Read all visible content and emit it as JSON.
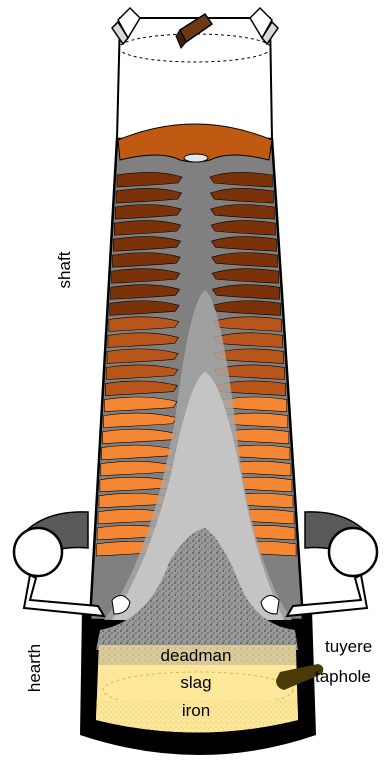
{
  "labels": {
    "shaft": "shaft",
    "hearth": "hearth",
    "tuyere": "tuyere",
    "taphole": "taphole",
    "deadman": "deadman",
    "slag": "slag",
    "iron": "iron"
  },
  "colors": {
    "background": "#ffffff",
    "outline": "#000000",
    "shell": "#ffffff",
    "gas": "#808080",
    "cohesive_zone": "#a6a6a6",
    "cohesive_core": "#bfbfbf",
    "ore_dark": "#7b3208",
    "ore_mid": "#b8551a",
    "ore_hot": "#f58634",
    "ore_top": "#c05a12",
    "coke_bed": "#9a9a9a",
    "hearth_liquid": "#fde79a",
    "hearth_wall": "#000000",
    "taphole_stream": "#4a3a0a",
    "tuyere_ring": "#595959",
    "charging_chute": "#6b3a12"
  },
  "icons": {
    "top_left": "top-left-uptake-icon",
    "top_right": "top-right-uptake-icon",
    "chute": "charging-chute-icon"
  }
}
